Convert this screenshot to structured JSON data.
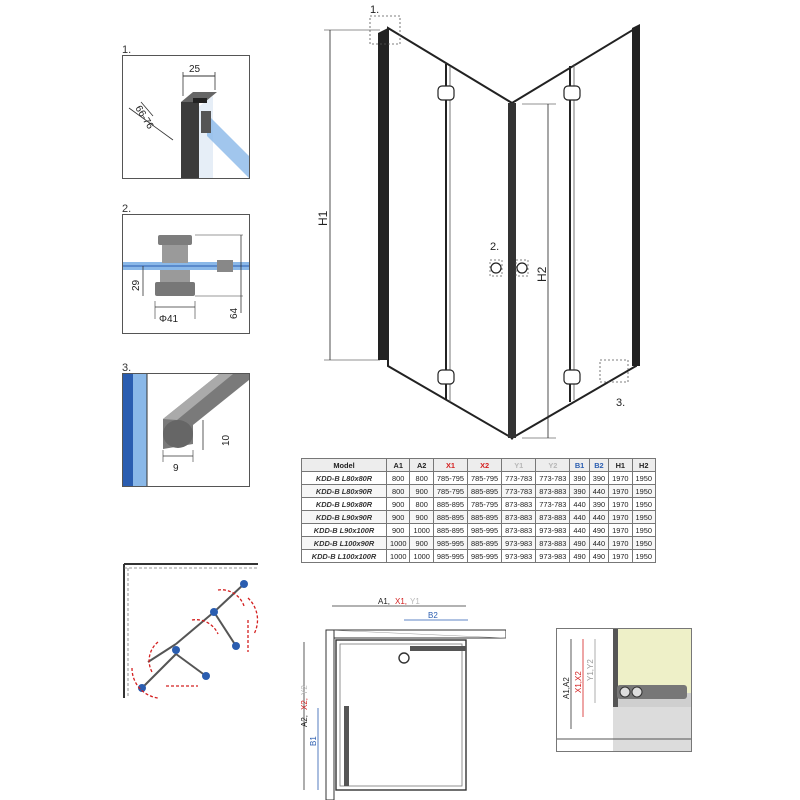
{
  "details": {
    "d1": {
      "label": "1.",
      "dim_top": "25",
      "dim_diag": "66-76"
    },
    "d2": {
      "label": "2.",
      "dim_height": "29",
      "dim_total": "64",
      "dim_diameter": "Φ41"
    },
    "d3": {
      "label": "3.",
      "dim_width": "9",
      "dim_height": "10"
    }
  },
  "elevation": {
    "callout1": "1.",
    "callout2": "2.",
    "callout3": "3.",
    "h1": "H1",
    "h2": "H2"
  },
  "table": {
    "headers": [
      "Model",
      "A1",
      "A2",
      "X1",
      "X2",
      "Y1",
      "Y2",
      "B1",
      "B2",
      "H1",
      "H2"
    ],
    "header_colors": [
      "#222222",
      "#222222",
      "#222222",
      "#d42020",
      "#d42020",
      "#b8b8b8",
      "#b8b8b8",
      "#2a5db0",
      "#2a5db0",
      "#222222",
      "#222222"
    ],
    "rows": [
      [
        "KDD-B L80x80R",
        "800",
        "800",
        "785-795",
        "785-795",
        "773-783",
        "773-783",
        "390",
        "390",
        "1970",
        "1950"
      ],
      [
        "KDD-B L80x90R",
        "800",
        "900",
        "785-795",
        "885-895",
        "773-783",
        "873-883",
        "390",
        "440",
        "1970",
        "1950"
      ],
      [
        "KDD-B L90x80R",
        "900",
        "800",
        "885-895",
        "785-795",
        "873-883",
        "773-783",
        "440",
        "390",
        "1970",
        "1950"
      ],
      [
        "KDD-B L90x90R",
        "900",
        "900",
        "885-895",
        "885-895",
        "873-883",
        "873-883",
        "440",
        "440",
        "1970",
        "1950"
      ],
      [
        "KDD-B L90x100R",
        "900",
        "1000",
        "885-895",
        "985-995",
        "873-883",
        "973-983",
        "440",
        "490",
        "1970",
        "1950"
      ],
      [
        "KDD-B L100x90R",
        "1000",
        "900",
        "985-995",
        "885-895",
        "973-983",
        "873-883",
        "490",
        "440",
        "1970",
        "1950"
      ],
      [
        "KDD-B L100x100R",
        "1000",
        "1000",
        "985-995",
        "985-995",
        "973-983",
        "973-983",
        "490",
        "490",
        "1970",
        "1950"
      ]
    ]
  },
  "plan": {
    "top_dim": {
      "a": "A1,",
      "x": "X1,",
      "y": "Y1"
    },
    "b2": "B2",
    "side_dim": {
      "a": "A2,",
      "x": "X2,",
      "y": "Y2"
    },
    "b1": "B1"
  },
  "wall_detail": {
    "a": "A1,A2",
    "x": "X1,X2",
    "y": "Y1,Y2"
  },
  "colors": {
    "red": "#d42020",
    "blue": "#2a5db0",
    "grey": "#b8b8b8",
    "glass": "#8ab8e8",
    "wall_yellow": "#eef0c8"
  }
}
